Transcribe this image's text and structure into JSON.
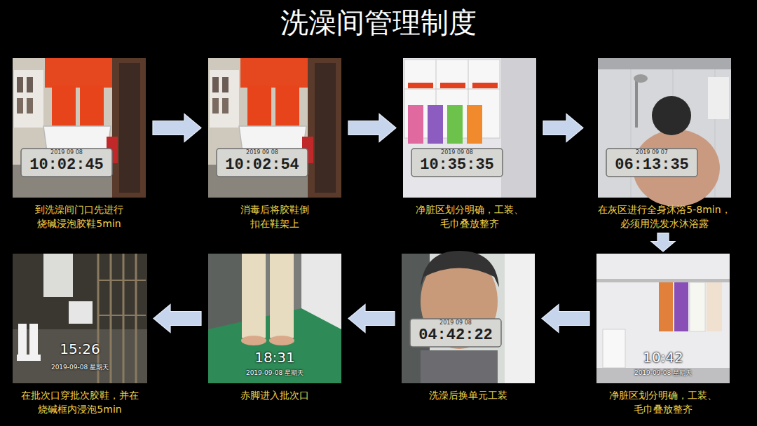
{
  "diagram": {
    "title": "洗澡间管理制度",
    "nodes": [
      {
        "text": [
          "到洗澡间门口先进行 烧碱浸泡胶鞋5min"
        ]
      },
      {
        "text": [
          "消毒后将胶鞋倒 扣在鞋架上"
        ]
      },
      {
        "text": [
          "净脏区划分明确，工装、 毛巾叠放整齐"
        ]
      },
      {
        "text": [
          "在灰区进行全身沐浴5-8min， 必须用洗发水沐浴露"
        ]
      },
      {
        "text": [
          "净脏区划分明确，工装、 毛巾叠放整齐"
        ]
      },
      {
        "text": [
          "洗澡后换单元工装"
        ]
      },
      {
        "text": [
          "赤脚进入批次口"
        ]
      },
      {
        "text": [
          "在批次口穿批次胶鞋，并在 烧碱框内浸泡5min"
        ]
      }
    ],
    "edges": [
      {
        "from": 0,
        "to": 1,
        "arrow": "to"
      },
      {
        "from": 1,
        "to": 2,
        "arrow": "to"
      },
      {
        "from": 2,
        "to": 3,
        "arrow": "to"
      },
      {
        "from": 3,
        "to": 4,
        "arrow": "to"
      },
      {
        "from": 4,
        "to": 5,
        "arrow": "to"
      },
      {
        "from": 5,
        "to": 6,
        "arrow": "to"
      },
      {
        "from": 6,
        "to": 7,
        "arrow": "to"
      }
    ],
    "labels": [
      "2019 09 08",
      "10:02:45",
      "2019 09 08",
      "10:02:54",
      "2019 09 08",
      "10:35:35",
      "2019 09 07",
      "06:13:35",
      "2019 09 08",
      "04:42:22",
      "10:42",
      "2019-09-08 星期天",
      "18:31",
      "2019-09-08 星期天",
      "15:26",
      "2019-09-08 星期天"
    ]
  }
}
